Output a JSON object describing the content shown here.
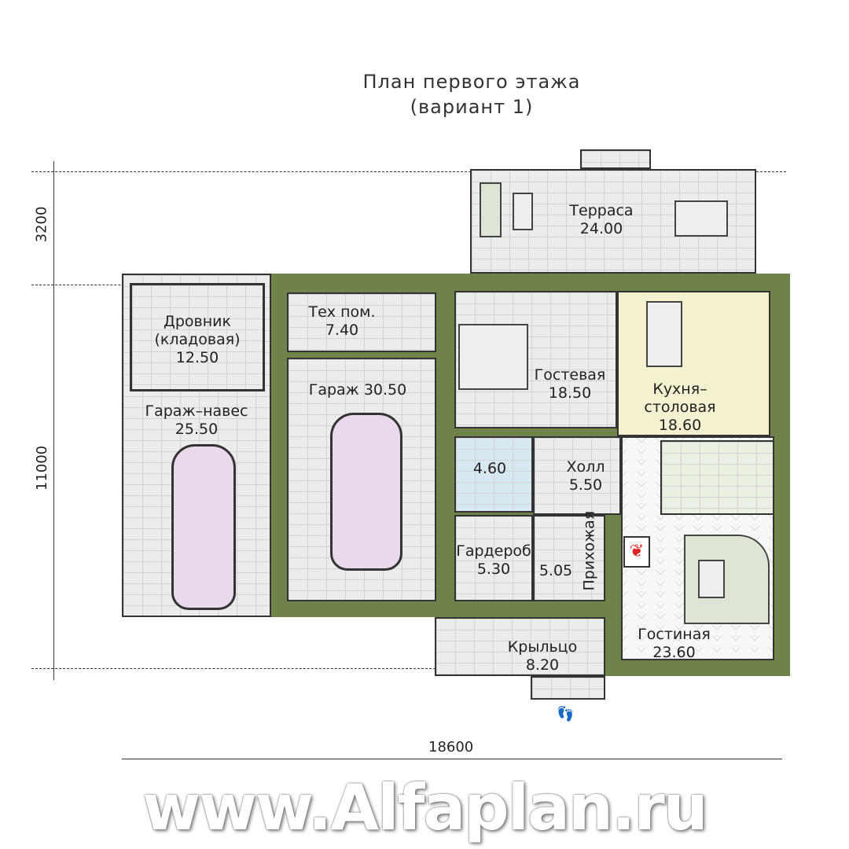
{
  "title": {
    "line1": "План первого этажа",
    "line2": "(вариант 1)"
  },
  "rooms": [
    {
      "name": "Терраса",
      "area": "24.00"
    },
    {
      "name": "Дровник",
      "sub": "(кладовая)",
      "area": "12.50"
    },
    {
      "name": "Тех пом.",
      "area": "7.40"
    },
    {
      "name": "Гараж",
      "area": "30.50"
    },
    {
      "name": "Гараж–навес",
      "area": "25.50"
    },
    {
      "name": "Гостевая",
      "area": "18.50"
    },
    {
      "name": "Кухня–столовая",
      "area": "18.60"
    },
    {
      "name": "",
      "area": "4.60"
    },
    {
      "name": "Холл",
      "area": "5.50"
    },
    {
      "name": "Гардероб",
      "area": "5.30"
    },
    {
      "name": "Прихожая",
      "area": "5.05"
    },
    {
      "name": "Гостиная",
      "area": "23.60"
    },
    {
      "name": "Крыльцо",
      "area": "8.20"
    }
  ],
  "dimensions": {
    "terrace_depth": "3200",
    "house_depth": "11000",
    "house_width": "18600"
  },
  "watermark": "www.Alfaplan.ru",
  "colors": {
    "wall": "#6f8249",
    "kitchen": "#f3f1d0",
    "bath": "#d7e8f0",
    "car": "#ead9ea"
  }
}
